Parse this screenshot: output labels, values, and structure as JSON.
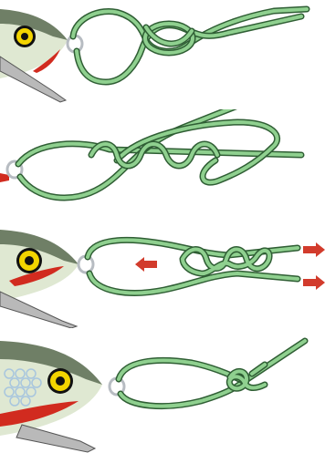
{
  "colors": {
    "line_outline": "#2f5e34",
    "line_fill": "#8fd08f",
    "lure_body": "#dfe8d2",
    "lure_back": "#6f7f66",
    "lure_gill": "#d12b1f",
    "lure_eye_ring": "#111111",
    "lure_eye": "#f2d400",
    "lip": "#b9b9b9",
    "eyelet": "#b7bcc2",
    "arrow": "#d23b2c",
    "scale": "#a8c6de"
  },
  "steps": [
    {
      "id": "step-1",
      "icons": [
        "lure-head",
        "eyelet",
        "line-loop",
        "overhand-knot"
      ]
    },
    {
      "id": "step-2",
      "icons": [
        "eyelet",
        "line-loop",
        "twisted-wraps"
      ]
    },
    {
      "id": "step-3",
      "icons": [
        "lure-head",
        "eyelet",
        "line-loop",
        "tightening-knot",
        "pull-arrow-left",
        "pull-arrow-right"
      ]
    },
    {
      "id": "step-4",
      "icons": [
        "lure-head",
        "eyelet",
        "line-loop",
        "finished-knot",
        "line-tag"
      ]
    }
  ]
}
